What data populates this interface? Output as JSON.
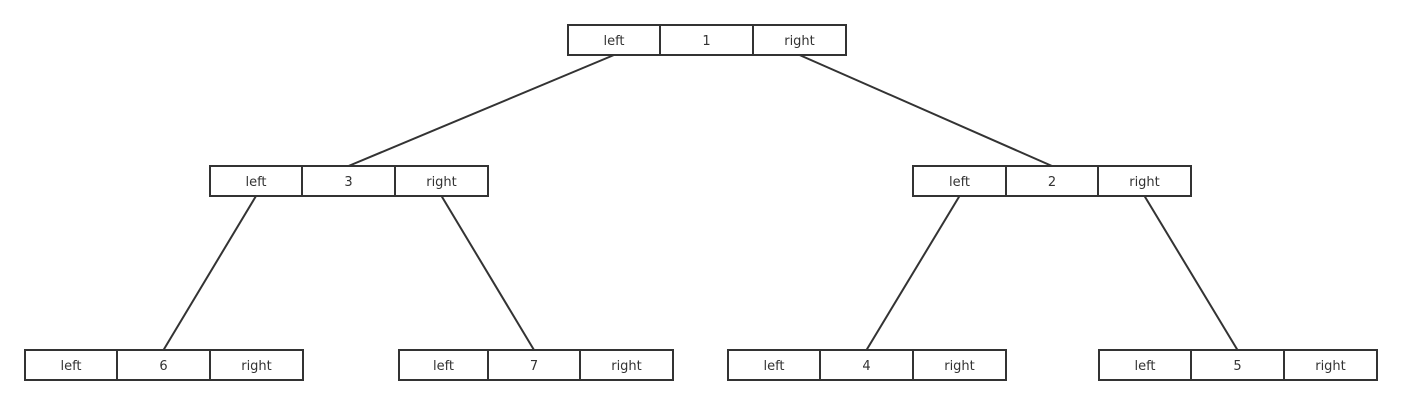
{
  "tree": {
    "cell_labels": {
      "left": "left",
      "right": "right"
    },
    "nodes": [
      {
        "id": "n1",
        "value": "1"
      },
      {
        "id": "n3",
        "value": "3"
      },
      {
        "id": "n2",
        "value": "2"
      },
      {
        "id": "n6",
        "value": "6"
      },
      {
        "id": "n7",
        "value": "7"
      },
      {
        "id": "n4",
        "value": "4"
      },
      {
        "id": "n5",
        "value": "5"
      }
    ],
    "edges": [
      {
        "from": "n1",
        "side": "left",
        "to": "n3"
      },
      {
        "from": "n1",
        "side": "right",
        "to": "n2"
      },
      {
        "from": "n3",
        "side": "left",
        "to": "n6"
      },
      {
        "from": "n3",
        "side": "right",
        "to": "n7"
      },
      {
        "from": "n2",
        "side": "left",
        "to": "n4"
      },
      {
        "from": "n2",
        "side": "right",
        "to": "n5"
      }
    ]
  },
  "colors": {
    "stroke": "#333333",
    "background": "#ffffff"
  }
}
